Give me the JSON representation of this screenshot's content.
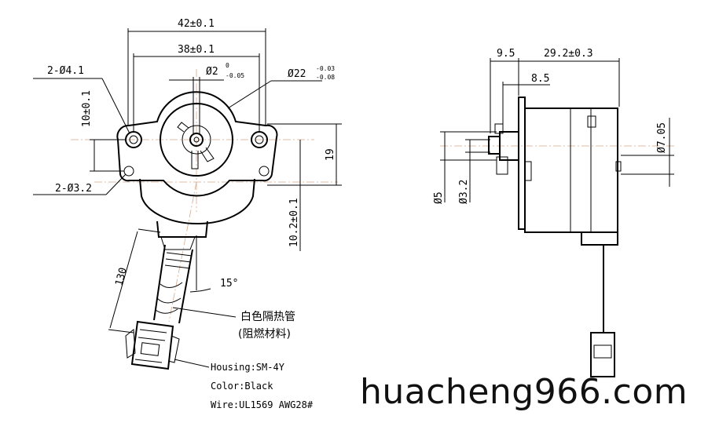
{
  "front_view": {
    "dim_width_42": "42±0.1",
    "dim_width_38": "38±0.1",
    "dim_shaft": "2",
    "dim_shaft_tol_upper": "0",
    "dim_shaft_tol_lower": "-0.05",
    "dim_body": "22",
    "dim_body_tol_upper": "-0.03",
    "dim_body_tol_lower": "-0.08",
    "dim_holes_large": "2-Ø4.1",
    "dim_holes_small": "2-Ø3.2",
    "dim_height_10": "10±0.1",
    "dim_height_19": "19",
    "dim_height_10_2": "10.2±0.1",
    "dim_length_130": "130",
    "dim_angle": "15°"
  },
  "side_view": {
    "dim_9_5": "9.5",
    "dim_29_2": "29.2±0.3",
    "dim_8_5": "8.5",
    "dim_5": "Ø5",
    "dim_3_2": "Ø3.2",
    "dim_7_05": "Ø7.05"
  },
  "notes": {
    "cn_line1": "白色隔热管",
    "cn_line2": "(阻燃材料)",
    "housing": "Housing:SM-4Y",
    "color": "Color:Black",
    "wire": "Wire:UL1569  AWG28#"
  },
  "watermark": "huacheng966.com"
}
